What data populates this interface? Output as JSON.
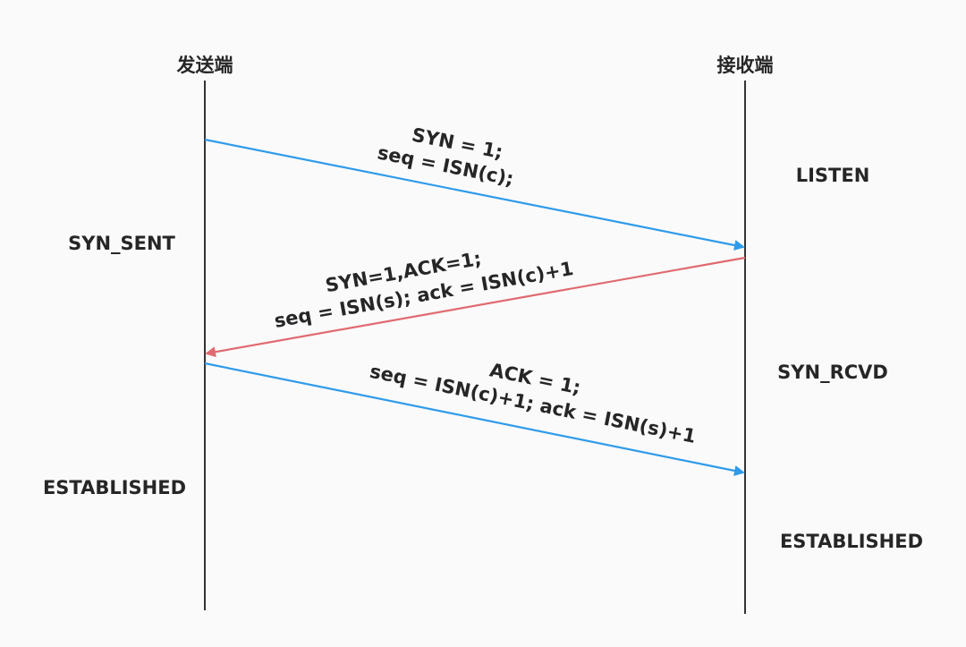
{
  "sender": {
    "title": "发送端",
    "states": {
      "syn_sent": "SYN_SENT",
      "established": "ESTABLISHED"
    }
  },
  "receiver": {
    "title": "接收端",
    "states": {
      "listen": "LISTEN",
      "syn_rcvd": "SYN_RCVD",
      "established": "ESTABLISHED"
    }
  },
  "messages": [
    {
      "direction": "sender-to-receiver",
      "color": "#2f9bea",
      "line1": "SYN = 1;",
      "line2": "seq = ISN(c);"
    },
    {
      "direction": "receiver-to-sender",
      "color": "#e06a6f",
      "line1": "SYN=1,ACK=1;",
      "line2": "seq = ISN(s);  ack = ISN(c)+1"
    },
    {
      "direction": "sender-to-receiver",
      "color": "#2f9bea",
      "line1": "ACK = 1;",
      "line2": "seq = ISN(c)+1;  ack = ISN(s)+1"
    }
  ],
  "colors": {
    "background": "#fafafa",
    "lifeline": "#333333",
    "text": "#262626"
  }
}
